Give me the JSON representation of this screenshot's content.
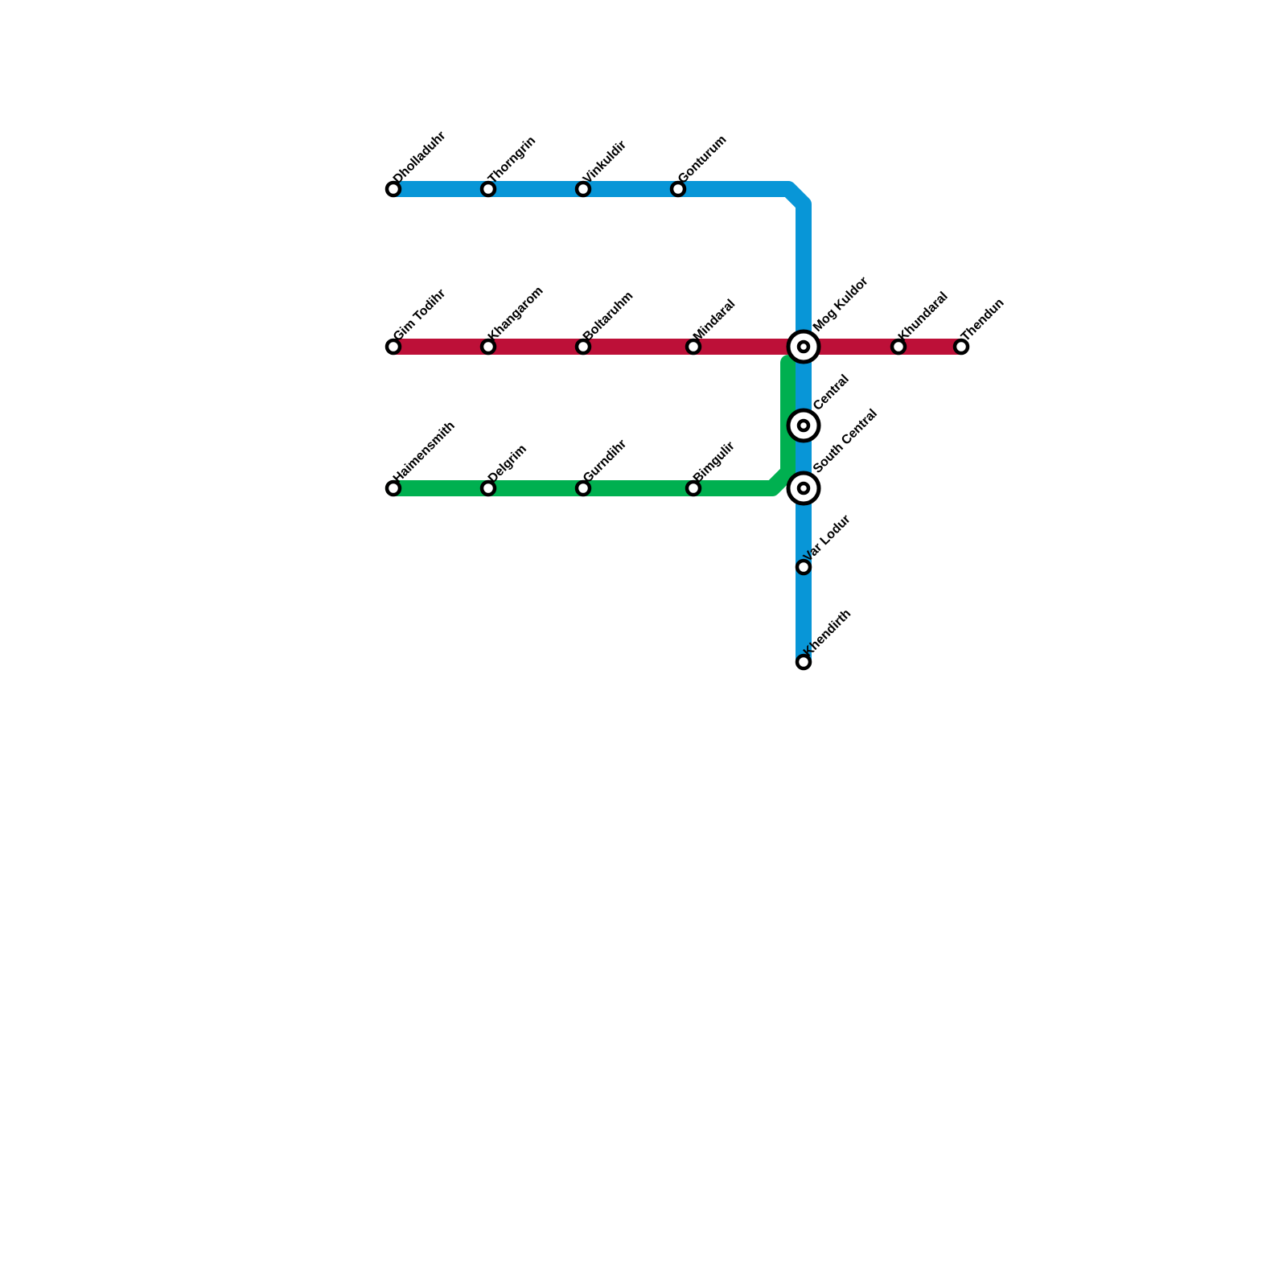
{
  "colors": {
    "blue": "#0896d7",
    "red": "#bd1038",
    "green": "#00b050",
    "station_stroke": "#000000",
    "station_fill": "#ffffff"
  },
  "lines": [
    {
      "id": "blue",
      "stations": [
        "Dholladuhr",
        "Thorngrin",
        "Vinkuldir",
        "Gonturum",
        "Mog Kuldor",
        "Central",
        "South Central",
        "Var Lodur",
        "Khendirth"
      ]
    },
    {
      "id": "red",
      "stations": [
        "Gim Todihr",
        "Khangarom",
        "Boltaruhm",
        "Mindaral",
        "Mog Kuldor",
        "Khundaral",
        "Thendun"
      ]
    },
    {
      "id": "green",
      "stations": [
        "Haimensmith",
        "Delgrim",
        "Gurndihr",
        "Bimgulir",
        "South Central",
        "Central"
      ]
    }
  ],
  "stations": [
    {
      "name": "Dholladuhr",
      "interchange": false
    },
    {
      "name": "Thorngrin",
      "interchange": false
    },
    {
      "name": "Vinkuldir",
      "interchange": false
    },
    {
      "name": "Gonturum",
      "interchange": false
    },
    {
      "name": "Gim Todihr",
      "interchange": false
    },
    {
      "name": "Khangarom",
      "interchange": false
    },
    {
      "name": "Boltaruhm",
      "interchange": false
    },
    {
      "name": "Mindaral",
      "interchange": false
    },
    {
      "name": "Mog Kuldor",
      "interchange": true
    },
    {
      "name": "Khundaral",
      "interchange": false
    },
    {
      "name": "Thendun",
      "interchange": false
    },
    {
      "name": "Central",
      "interchange": true
    },
    {
      "name": "Haimensmith",
      "interchange": false
    },
    {
      "name": "Delgrim",
      "interchange": false
    },
    {
      "name": "Gurndihr",
      "interchange": false
    },
    {
      "name": "Bimgulir",
      "interchange": false
    },
    {
      "name": "South Central",
      "interchange": true
    },
    {
      "name": "Var Lodur",
      "interchange": false
    },
    {
      "name": "Khendirth",
      "interchange": false
    }
  ]
}
